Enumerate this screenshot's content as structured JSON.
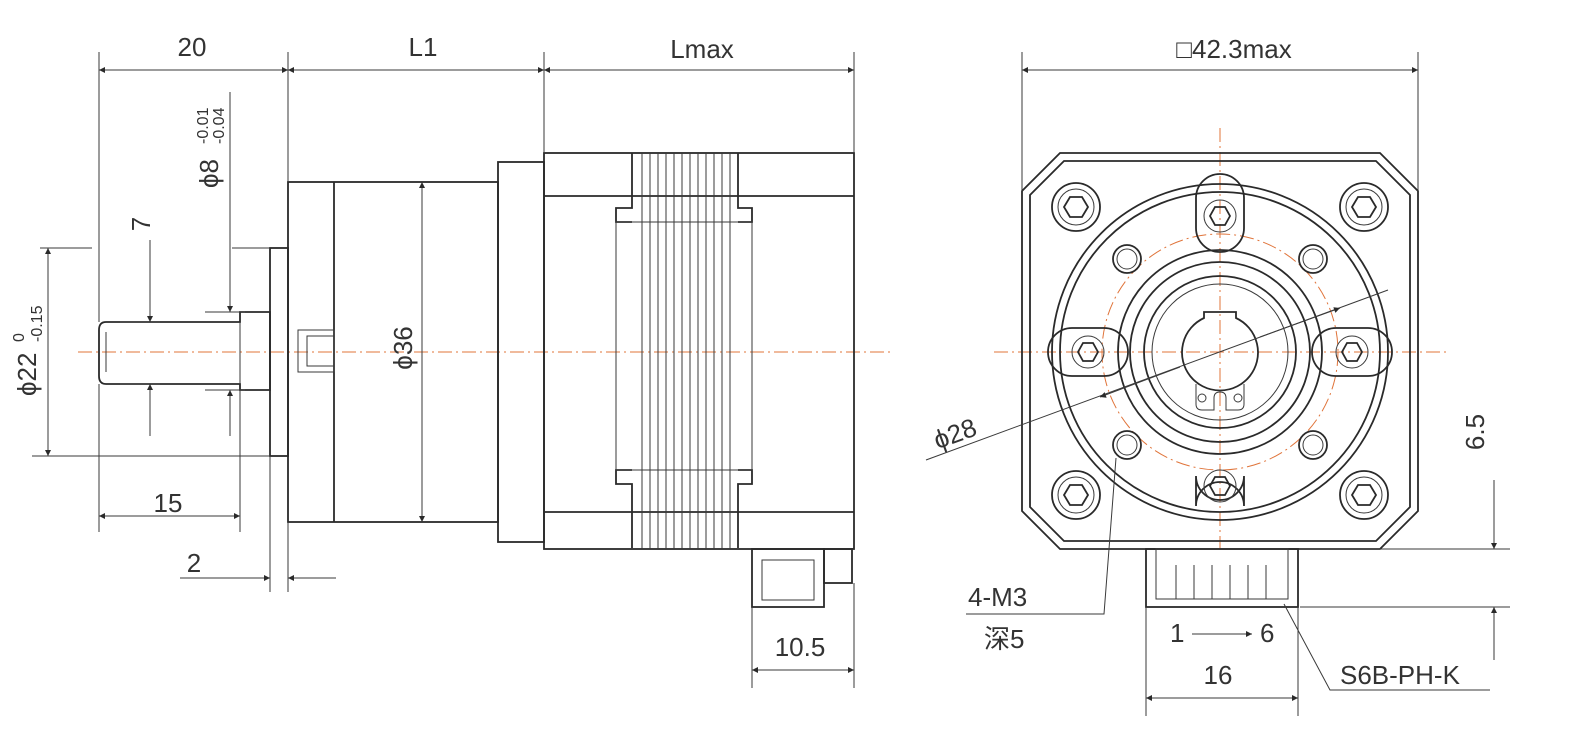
{
  "colors": {
    "line": "#2a2a2a",
    "centerline": "#e0743a",
    "background": "#ffffff"
  },
  "side_view": {
    "dim_shaft_length": "20",
    "dim_gearbox_length": "L1",
    "dim_motor_length": "Lmax",
    "dim_flat_length": "15",
    "dim_pilot_thickness": "2",
    "dim_flat_depth": "7",
    "dim_shaft_dia_base": "ϕ8",
    "dim_shaft_dia_upper": "-0.01",
    "dim_shaft_dia_lower": "-0.04",
    "dim_pilot_dia_base": "ϕ22",
    "dim_pilot_dia_upper": "0",
    "dim_pilot_dia_lower": "-0.15",
    "dim_gearbox_dia": "ϕ36",
    "dim_connector_offset": "10.5"
  },
  "front_view": {
    "dim_square": "□42.3max",
    "dim_bolt_circle": "ϕ28",
    "dim_connector_height": "6.5",
    "thread_spec": "4-M3",
    "thread_depth": "深5",
    "pin_first": "1",
    "pin_last": "6",
    "dim_connector_width": "16",
    "connector_part": "S6B-PH-K"
  }
}
